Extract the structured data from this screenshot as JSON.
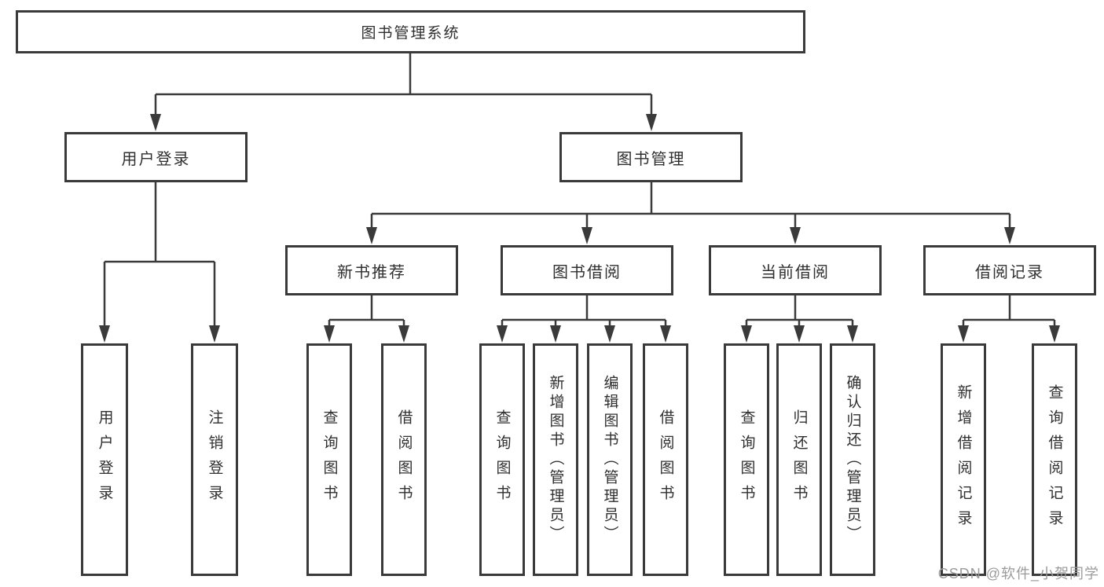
{
  "diagram": {
    "root": {
      "label": "图书管理系统"
    },
    "level2": [
      {
        "label": "用户登录"
      },
      {
        "label": "图书管理"
      }
    ],
    "level3": [
      {
        "label": "新书推荐"
      },
      {
        "label": "图书借阅"
      },
      {
        "label": "当前借阅"
      },
      {
        "label": "借阅记录"
      }
    ],
    "leaves": {
      "user_login": [
        {
          "label": "用户登录"
        },
        {
          "label": "注销登录"
        }
      ],
      "new_book": [
        {
          "label": "查询图书"
        },
        {
          "label": "借阅图书"
        }
      ],
      "book_borrow": [
        {
          "label": "查询图书"
        },
        {
          "label": "新增图书（管理员）"
        },
        {
          "label": "编辑图书（管理员）"
        },
        {
          "label": "借阅图书"
        }
      ],
      "current_borrow": [
        {
          "label": "查询图书"
        },
        {
          "label": "归还图书"
        },
        {
          "label": "确认归还（管理员）"
        }
      ],
      "borrow_record": [
        {
          "label": "新增借阅记录"
        },
        {
          "label": "查询借阅记录"
        }
      ]
    },
    "colors": {
      "line": "#3a3a3a",
      "text": "#2f2f2f",
      "background": "#ffffff",
      "watermark": "#9b9b9b"
    }
  },
  "watermark": {
    "text": "CSDN @软件_小贺同学"
  }
}
